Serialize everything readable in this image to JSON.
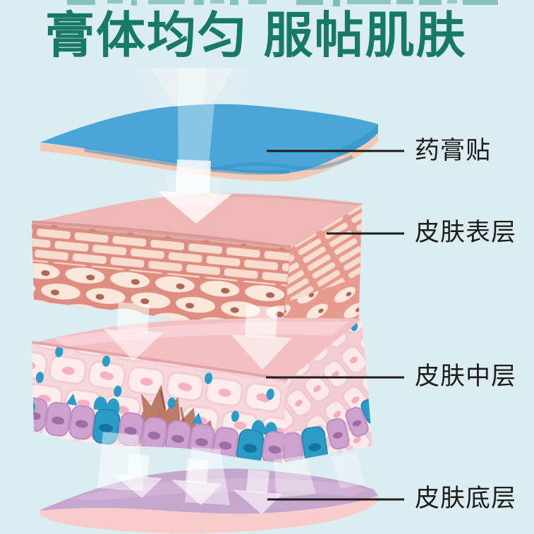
{
  "page": {
    "background": "#dcedf1"
  },
  "header": {
    "title": "膏体均匀 服帖肌肤",
    "title_color": "#17796a"
  },
  "diagram": {
    "layers": [
      {
        "id": "patch",
        "label": "药膏贴",
        "fill": "#4aa6d6"
      },
      {
        "id": "epidermis",
        "label": "皮肤表层",
        "fill": "#e08d81"
      },
      {
        "id": "dermis",
        "label": "皮肤中层",
        "fill": "#f6d8db"
      },
      {
        "id": "base",
        "label": "皮肤底层",
        "fill": "#c7a6ce"
      }
    ],
    "label_color": "#1c1c1c",
    "line_color": "#1c1c1c"
  }
}
